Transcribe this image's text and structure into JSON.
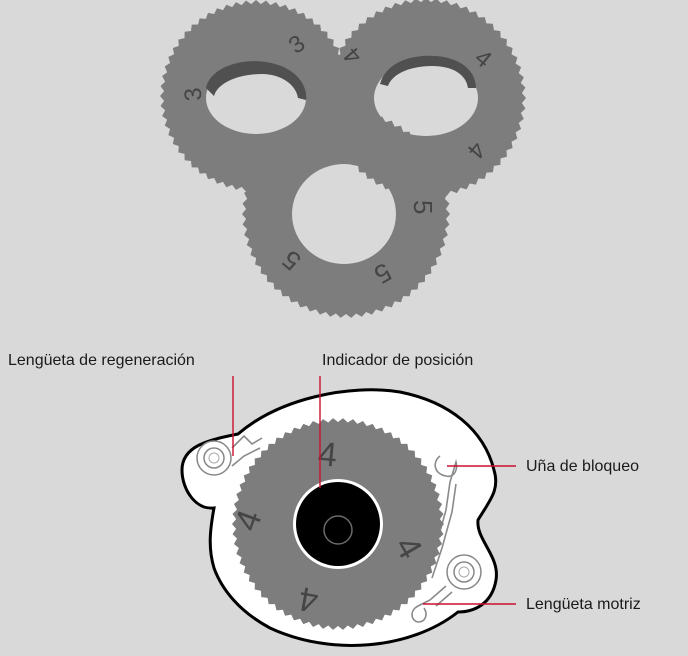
{
  "colors": {
    "background": "#d9d9d9",
    "dial_fill": "#7d7d7d",
    "dial_edge": "#6e6e6e",
    "digit": "#454545",
    "callout_line": "#c8102e",
    "housing_fill": "#ffffff",
    "housing_stroke": "#000000",
    "center_hub": "#000000"
  },
  "top_dials": [
    {
      "name": "dial-3",
      "digits": [
        "3",
        "3"
      ]
    },
    {
      "name": "dial-4",
      "digits": [
        "4",
        "4",
        "4"
      ]
    },
    {
      "name": "dial-5",
      "digits": [
        "5",
        "5",
        "5"
      ]
    }
  ],
  "mechanism": {
    "dial_digits": [
      "4",
      "4",
      "4",
      "4"
    ]
  },
  "labels": {
    "regeneration_tab": "Lengüeta de regeneración",
    "position_indicator": "Indicador de posición",
    "locking_pawl": "Uña de bloqueo",
    "drive_tab": "Lengüeta motriz"
  }
}
